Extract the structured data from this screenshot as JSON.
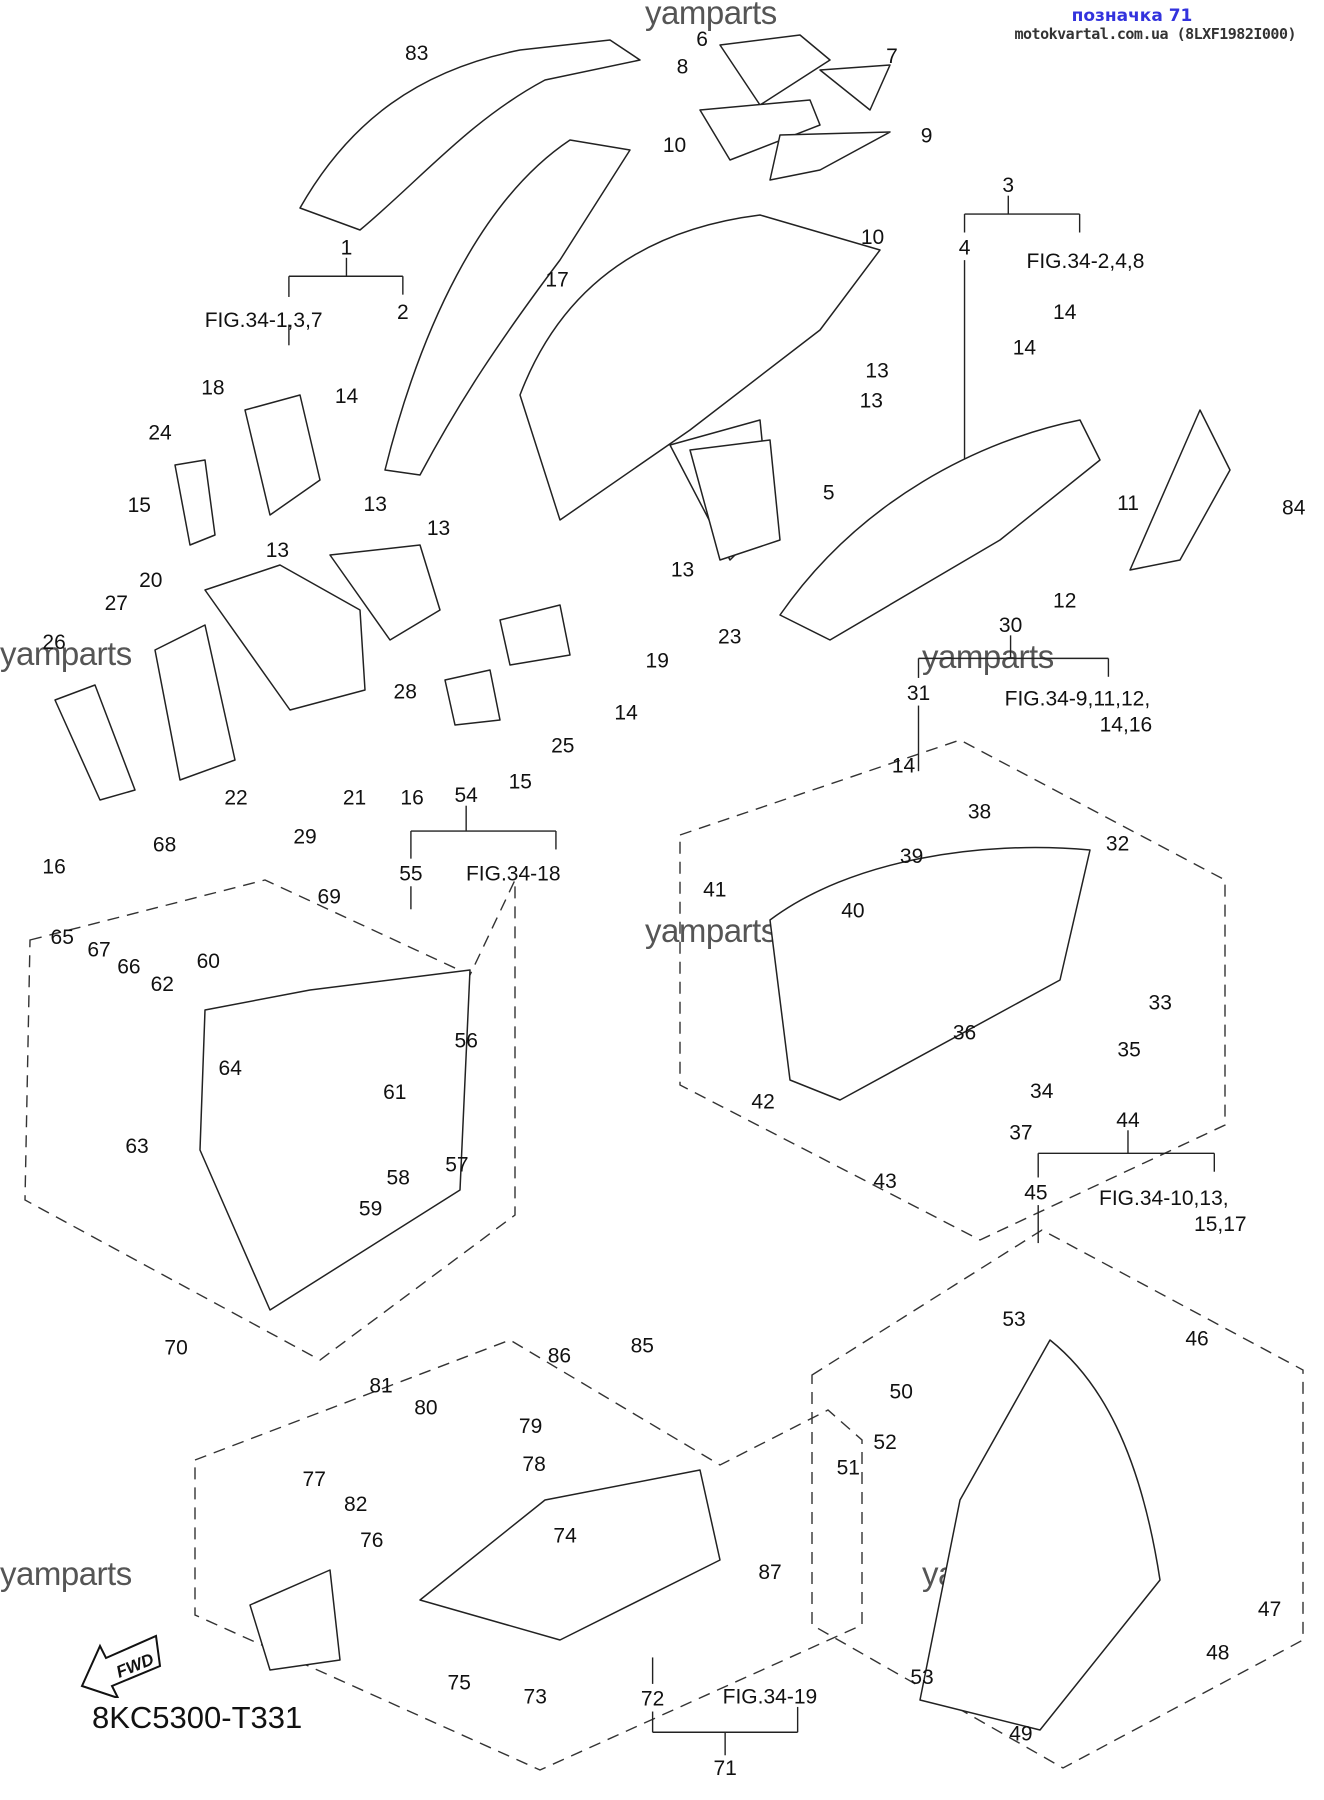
{
  "header": {
    "title": "позначка 71",
    "source": "motokvartal.com.ua (8LXF1982I000)"
  },
  "diagram": {
    "code": "8KC5300-T331",
    "fwd_label": "FWD",
    "watermark": "yamparts",
    "groups": [
      {
        "parent": "1",
        "child": "2",
        "ref": "FIG.34-1,3,7"
      },
      {
        "parent": "3",
        "child": "4",
        "ref": "FIG.34-2,4,8"
      },
      {
        "parent": "30",
        "child": "31",
        "ref": "FIG.34-9,11,12,\n14,16"
      },
      {
        "parent": "44",
        "child": "45",
        "ref": "FIG.34-10,13,\n15,17"
      },
      {
        "parent": "54",
        "child": "55",
        "ref": "FIG.34-18"
      },
      {
        "parent": "71",
        "child": "72",
        "ref": "FIG.34-19"
      }
    ],
    "part_labels": [
      "83",
      "6",
      "8",
      "7",
      "9",
      "10",
      "10",
      "17",
      "14",
      "14",
      "14",
      "13",
      "13",
      "13",
      "13",
      "13",
      "13",
      "5",
      "11",
      "12",
      "84",
      "18",
      "24",
      "15",
      "20",
      "27",
      "26",
      "16",
      "22",
      "29",
      "21",
      "28",
      "16",
      "19",
      "14",
      "25",
      "15",
      "23",
      "14",
      "68",
      "69",
      "65",
      "67",
      "66",
      "62",
      "60",
      "64",
      "63",
      "61",
      "56",
      "58",
      "59",
      "57",
      "70",
      "38",
      "32",
      "39",
      "41",
      "40",
      "36",
      "33",
      "35",
      "34",
      "42",
      "37",
      "43",
      "53",
      "50",
      "46",
      "52",
      "51",
      "47",
      "48",
      "49",
      "53",
      "81",
      "80",
      "79",
      "78",
      "77",
      "82",
      "76",
      "74",
      "75",
      "73",
      "85",
      "86",
      "87"
    ]
  }
}
